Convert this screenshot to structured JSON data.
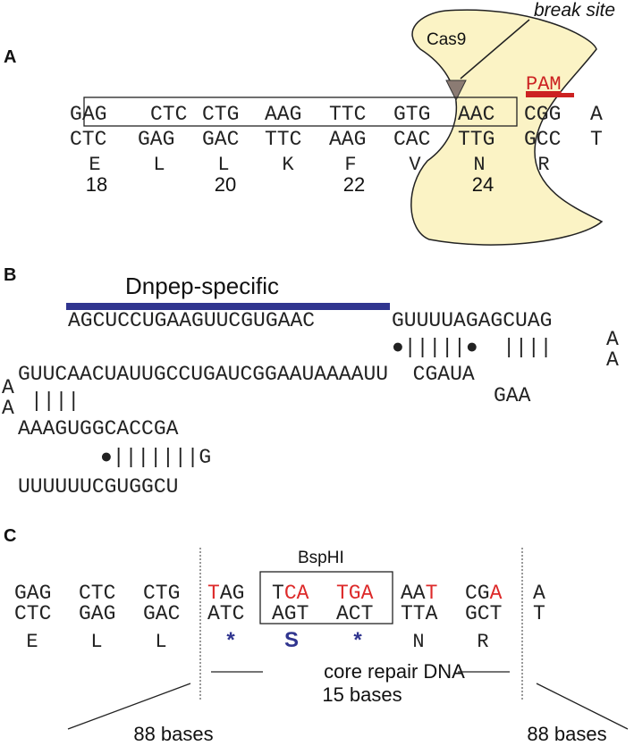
{
  "colors": {
    "cas9_fill": "#fbf3c5",
    "pam_red": "#cc2222",
    "guide_blue": "#30358f",
    "mutation_red": "#dd2a2a",
    "text": "#222222"
  },
  "panel_a": {
    "label": "A",
    "break_site": "break site",
    "cas9": "Cas9",
    "pam": "PAM",
    "top_first": "G",
    "top_codons": [
      "AG",
      "CTC",
      "CTG",
      "AAG",
      "TTC",
      "GTG",
      "AAC",
      "CGG",
      "A"
    ],
    "bottom_codons": [
      "CTC",
      "GAG",
      "GAC",
      "TTC",
      "AAG",
      "CAC",
      "TTG",
      "GCC",
      "T"
    ],
    "amino_acids": [
      "E",
      "L",
      "L",
      "K",
      "F",
      "V",
      "N",
      "R"
    ],
    "positions": [
      "18",
      "20",
      "22",
      "24"
    ]
  },
  "panel_b": {
    "label": "B",
    "title": "Dnpep-specific",
    "guide_seq": "AGCUCCUGAAGUUCGUGAAC",
    "line1_tail": "GUUUUAGAGCUAG",
    "pairs1": "●|||||●  ||||",
    "loop1_top": "A",
    "loop1_bottom": "A",
    "line2": "GUUCAACUAUUGCCUGAUCGGAAUAAAAUU  CGAUA",
    "gaa": "GAA",
    "loop2_top": "A",
    "loop2_bottom": "A",
    "pairs2": "||||",
    "line3": "AAAGUGGCACCGA",
    "pairs3": "●|||||||G",
    "line4": "UUUUUUCGUGGCU"
  },
  "panel_c": {
    "label": "C",
    "bsphi": "BspHI",
    "top_left": [
      "GAG",
      "CTC",
      "CTG"
    ],
    "top_mid_1": [
      {
        "t": "T",
        "r": true
      },
      {
        "t": "AG",
        "r": false
      }
    ],
    "top_box_1": [
      {
        "t": "T",
        "r": false
      },
      {
        "t": "CA",
        "r": true
      }
    ],
    "top_box_2": [
      {
        "t": "TGA",
        "r": true
      }
    ],
    "top_mid_2": [
      {
        "t": "AA",
        "r": false
      },
      {
        "t": "T",
        "r": true
      }
    ],
    "top_mid_3": [
      {
        "t": "CG",
        "r": false
      },
      {
        "t": "A",
        "r": true
      }
    ],
    "top_right": "A",
    "bottom_left": [
      "CTC",
      "GAG",
      "GAC"
    ],
    "bottom_mid": [
      "ATC",
      "AGT",
      "ACT",
      "TTA",
      "GCT"
    ],
    "bottom_right": "T",
    "aa_left": [
      "E",
      "L",
      "L"
    ],
    "aa_mid": [
      "*",
      "S",
      "*"
    ],
    "aa_right": [
      "N",
      "R"
    ],
    "core_label": "core repair DNA",
    "core_bases": "15 bases",
    "left_bases": "88 bases",
    "right_bases": "88 bases"
  }
}
